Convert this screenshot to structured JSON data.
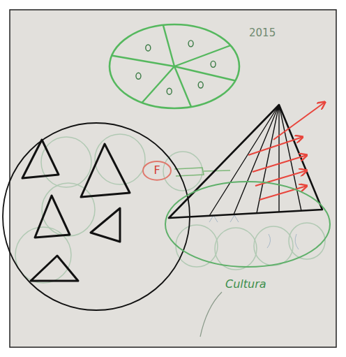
{
  "diagram": {
    "nodes": [
      {
        "text": [
          "2015"
        ]
      },
      {
        "text": [
          "F"
        ]
      },
      {
        "text": [
          "Cultura"
        ]
      }
    ]
  }
}
